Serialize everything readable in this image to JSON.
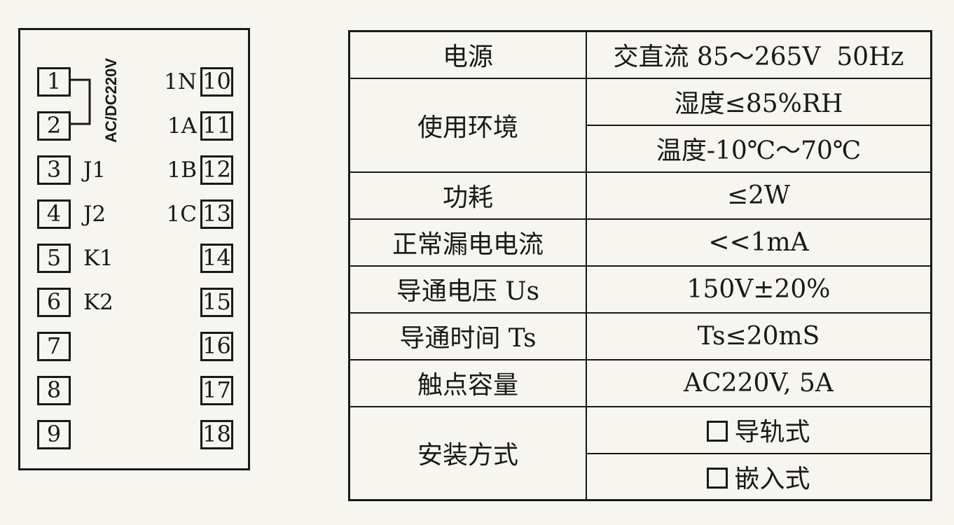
{
  "colors": {
    "ink": "#191919",
    "paper": "#f6f5f0"
  },
  "diagram": {
    "power_label": "AC/DC220V",
    "left_pins": [
      {
        "num": "1",
        "label": ""
      },
      {
        "num": "2",
        "label": ""
      },
      {
        "num": "3",
        "label": "J1"
      },
      {
        "num": "4",
        "label": "J2"
      },
      {
        "num": "5",
        "label": "K1"
      },
      {
        "num": "6",
        "label": "K2"
      },
      {
        "num": "7",
        "label": ""
      },
      {
        "num": "8",
        "label": ""
      },
      {
        "num": "9",
        "label": ""
      }
    ],
    "right_pins": [
      {
        "num": "10",
        "label": "1N"
      },
      {
        "num": "11",
        "label": "1A"
      },
      {
        "num": "12",
        "label": "1B"
      },
      {
        "num": "13",
        "label": "1C"
      },
      {
        "num": "14",
        "label": ""
      },
      {
        "num": "15",
        "label": ""
      },
      {
        "num": "16",
        "label": ""
      },
      {
        "num": "17",
        "label": ""
      },
      {
        "num": "18",
        "label": ""
      }
    ]
  },
  "spec_table": {
    "rows": [
      {
        "label": "电源",
        "values": [
          {
            "text": "交直流 85～265V  50Hz"
          }
        ]
      },
      {
        "label": "使用环境",
        "values": [
          {
            "text": "湿度≤85%RH"
          },
          {
            "text": "温度-10℃～70℃"
          }
        ]
      },
      {
        "label": "功耗",
        "values": [
          {
            "text": "≤2W"
          }
        ]
      },
      {
        "label": "正常漏电电流",
        "values": [
          {
            "text": "<<1mA"
          }
        ]
      },
      {
        "label": "导通电压 Us",
        "values": [
          {
            "text": "150V±20%"
          }
        ]
      },
      {
        "label": "导通时间 Ts",
        "values": [
          {
            "text": "Ts≤20mS"
          }
        ]
      },
      {
        "label": "触点容量",
        "values": [
          {
            "text": "AC220V, 5A"
          }
        ]
      },
      {
        "label": "安装方式",
        "values": [
          {
            "text": "导轨式",
            "checkbox": true
          },
          {
            "text": "嵌入式",
            "checkbox": true
          }
        ]
      }
    ]
  }
}
